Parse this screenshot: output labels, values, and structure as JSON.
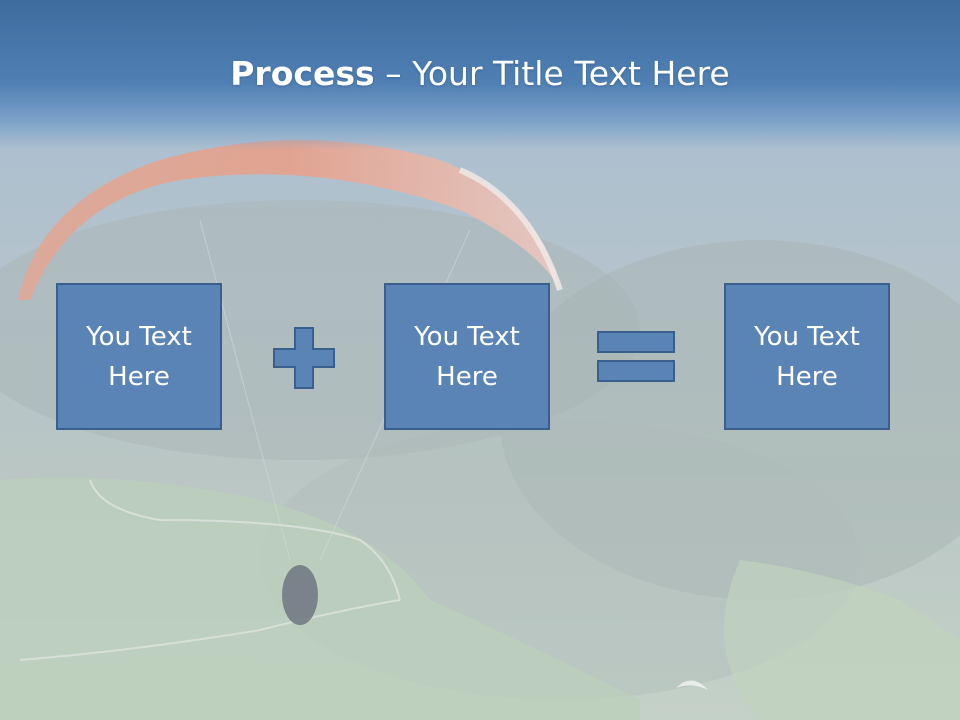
{
  "slide": {
    "title_strong": "Process",
    "title_rest": " – Your Title Text Here",
    "boxes": [
      {
        "text": "You Text Here"
      },
      {
        "text": "You Text Here"
      },
      {
        "text": "You Text Here"
      }
    ],
    "operators": [
      "plus-icon",
      "equals-icon"
    ],
    "background_image": "paraglider over forested valley, faded",
    "colors": {
      "header": "#4f7fb3",
      "box_fill": "#5b84b6",
      "box_border": "#3b5f8c",
      "text": "#ffffff"
    }
  }
}
